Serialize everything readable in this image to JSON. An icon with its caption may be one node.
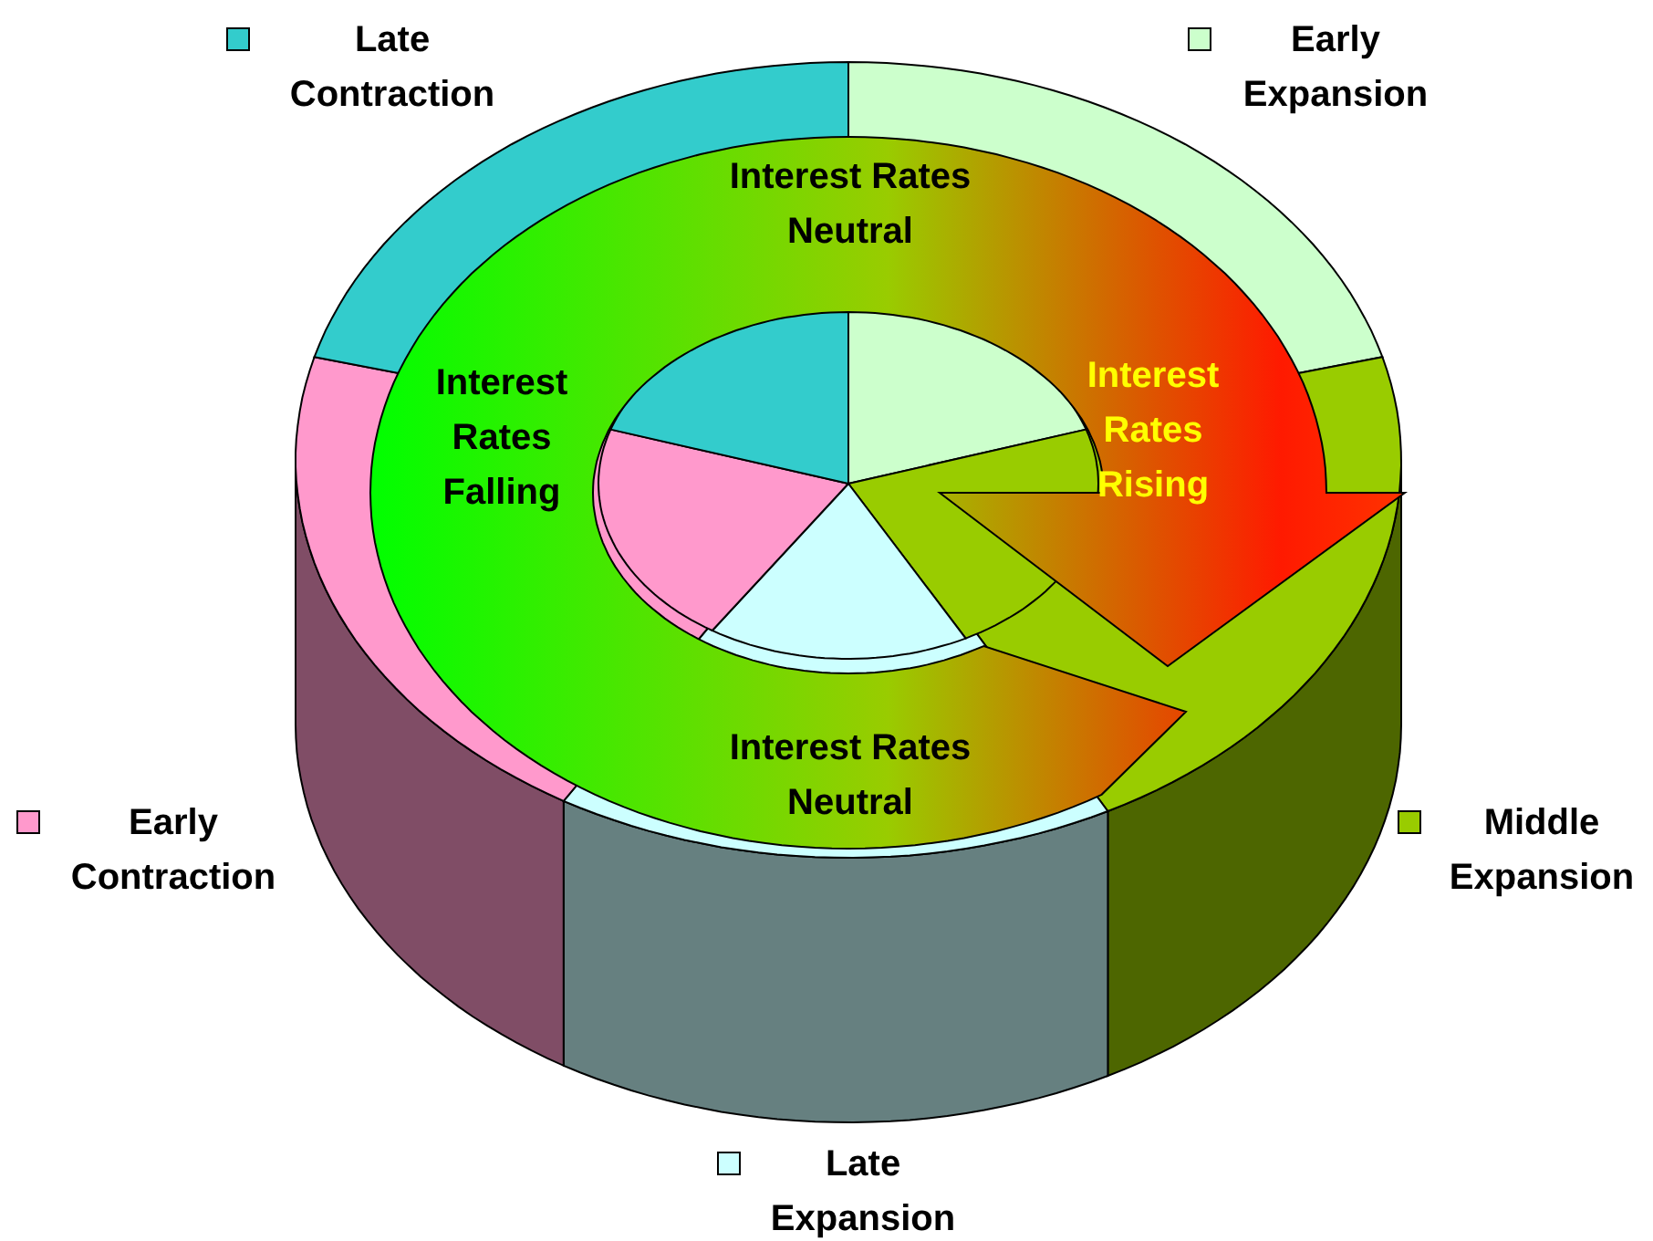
{
  "diagram": {
    "labels": [
      "Interest Rates Neutral",
      "Interest Rates Falling",
      "Interest Rates Rising",
      "Interest Rates Neutral"
    ],
    "legend": [
      {
        "text": "Late Contraction",
        "color": "#33cccc"
      },
      {
        "text": "Early Expansion",
        "color": "#ccffcc"
      },
      {
        "text": "Middle Expansion",
        "color": "#99cc00"
      },
      {
        "text": "Late Expansion",
        "color": "#ccffff"
      },
      {
        "text": "Early Contraction",
        "color": "#ff99cc"
      }
    ]
  }
}
